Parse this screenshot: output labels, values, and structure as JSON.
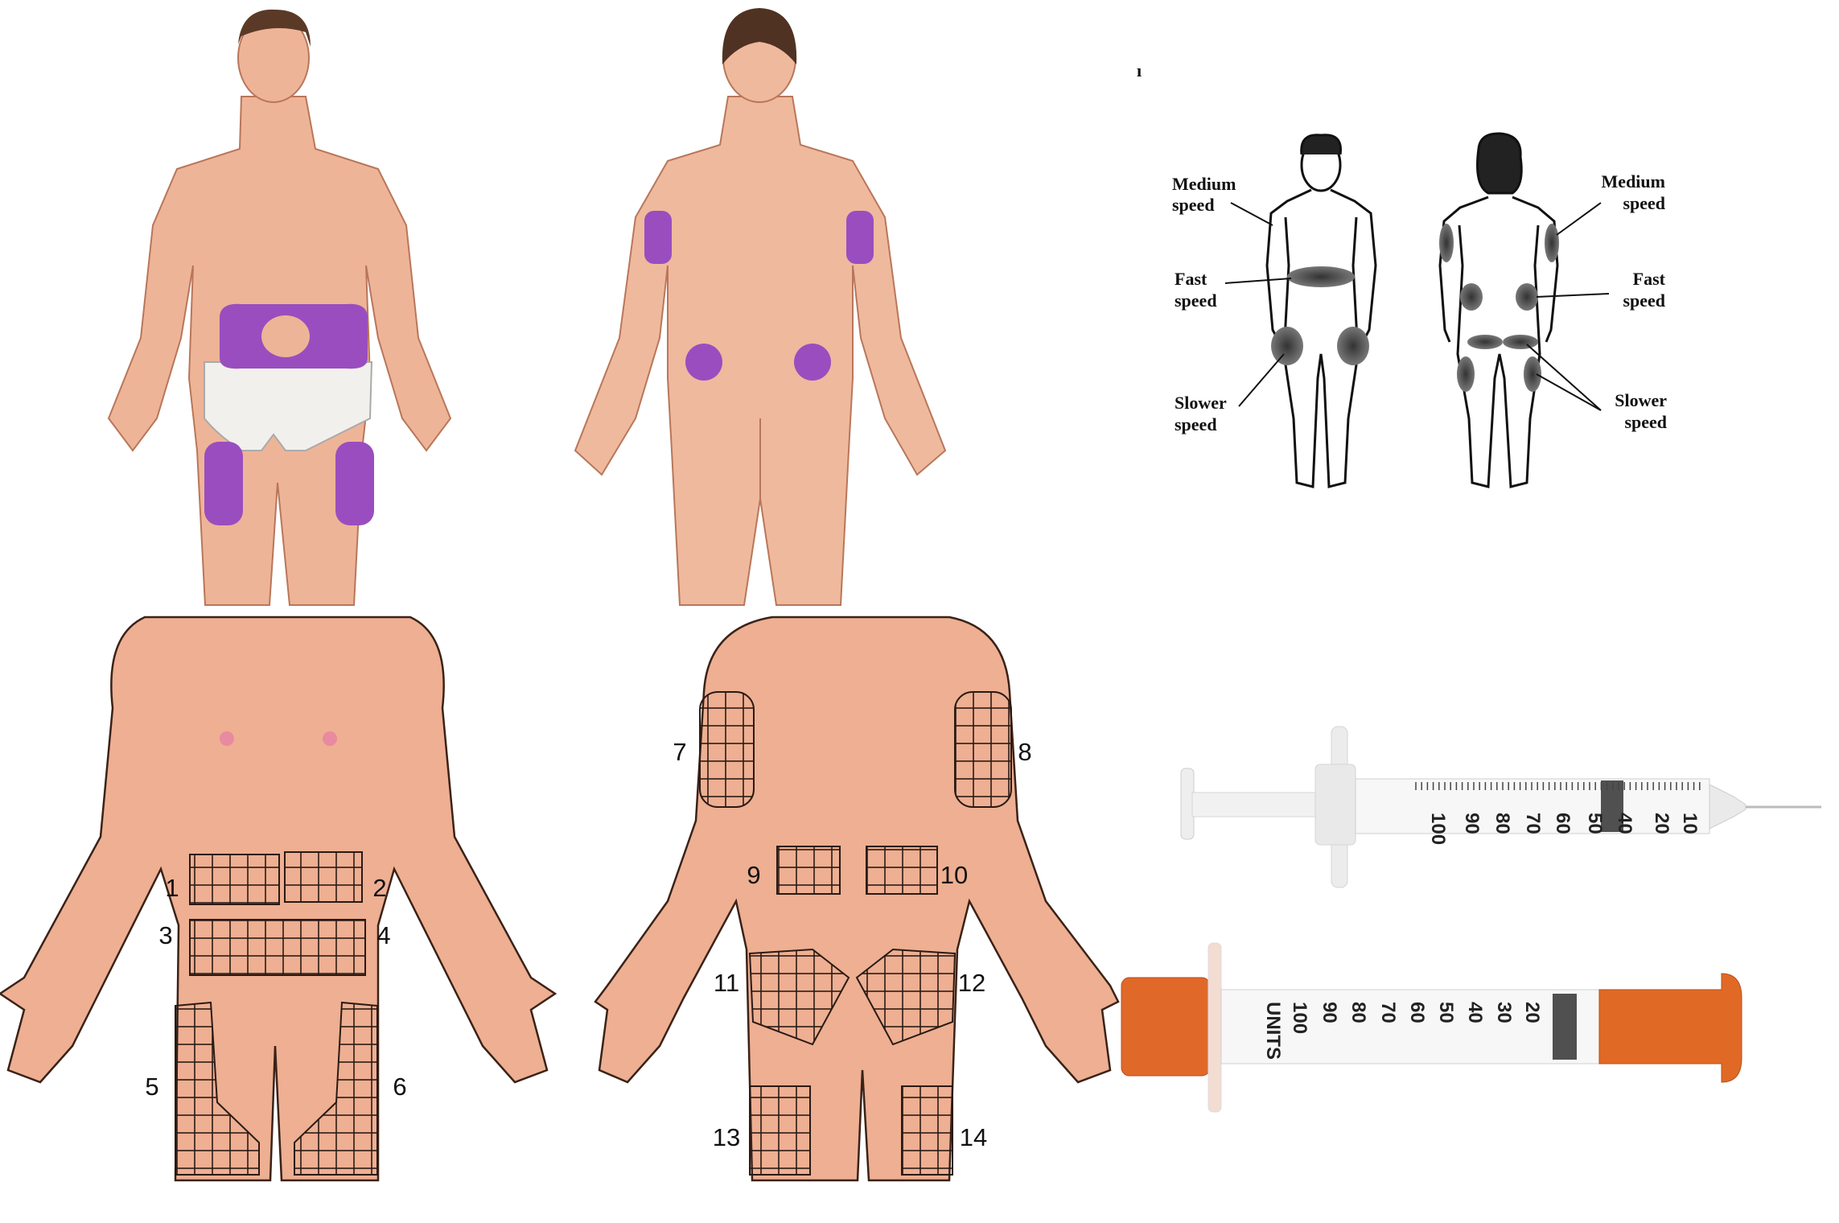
{
  "colors": {
    "skin": "#eeaf92",
    "skin_outline": "#5a3526",
    "injection_zone": "#9a4dbf",
    "syringe_cap": "#e0692a"
  },
  "stray_mark": "ı",
  "speed_diagram": {
    "front": {
      "medium": [
        "Medium",
        "speed"
      ],
      "fast": [
        "Fast",
        "speed"
      ],
      "slower": [
        "Slower",
        "speed"
      ]
    },
    "back": {
      "medium": [
        "Medium",
        "speed"
      ],
      "fast": [
        "Fast",
        "speed"
      ],
      "slower": [
        "Slower",
        "speed"
      ]
    }
  },
  "site_numbers": [
    "1",
    "2",
    "3",
    "4",
    "5",
    "6",
    "7",
    "8",
    "9",
    "10",
    "11",
    "12",
    "13",
    "14"
  ],
  "syringe_top_scale": [
    "10",
    "20",
    "40",
    "50",
    "60",
    "70",
    "80",
    "90",
    "100"
  ],
  "syringe_bottom_scale": [
    "20",
    "30",
    "40",
    "50",
    "60",
    "70",
    "80",
    "90",
    "100",
    "UNITS"
  ]
}
